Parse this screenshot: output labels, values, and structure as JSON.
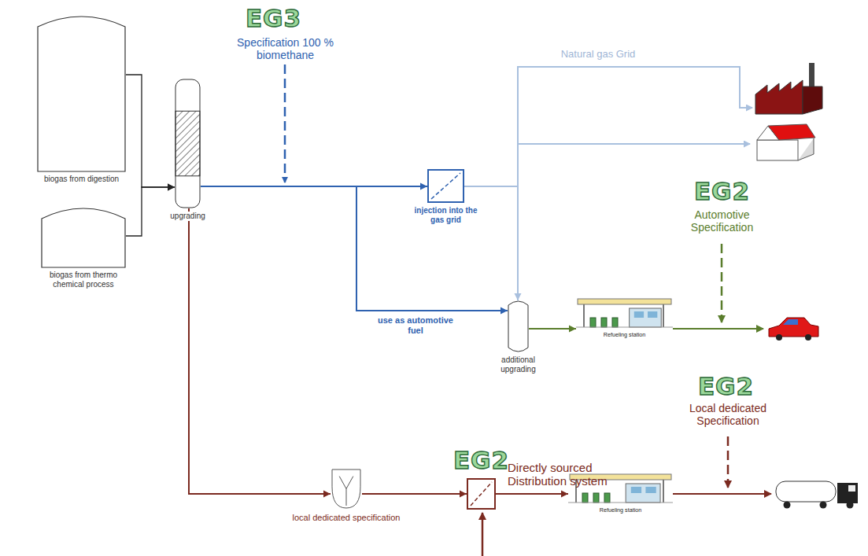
{
  "diagram": {
    "nodes": [
      {
        "text": [
          "biogas from digestion"
        ]
      },
      {
        "text": [
          "biogas from thermo chemical process"
        ]
      },
      {
        "text": [
          "upgrading"
        ]
      },
      {
        "text": [
          "injection into the gas grid"
        ]
      },
      {
        "text": [
          "additional upgrading"
        ]
      },
      {
        "text": [
          "Refueling station"
        ]
      },
      {
        "text": [
          "local dedicated specification"
        ]
      },
      {
        "text": [
          "EG2"
        ]
      },
      {
        "text": [
          "Refueling station"
        ]
      }
    ],
    "edges": [
      {
        "from": 0,
        "to": 2,
        "arrow": "to"
      },
      {
        "from": 1,
        "to": 2,
        "arrow": "to"
      },
      {
        "from": 2,
        "to": 3,
        "arrow": "to"
      },
      {
        "from": 2,
        "to": 4,
        "arrow": "to",
        "label": "use as automotive fuel"
      },
      {
        "from": 3,
        "to": 4,
        "arrow": "to"
      },
      {
        "from": 4,
        "to": 5,
        "arrow": "to"
      },
      {
        "from": 2,
        "to": 6,
        "arrow": "to"
      },
      {
        "from": 6,
        "to": 7,
        "arrow": "to"
      },
      {
        "from": 7,
        "to": 8,
        "arrow": "to"
      }
    ],
    "labels": [
      "EG3",
      "Specification 100 % biomethane",
      "Natural gas Grid",
      "EG2",
      "Automotive Specification",
      "EG2",
      "Local dedicated Specification",
      "Directly sourced Distribution system"
    ]
  }
}
